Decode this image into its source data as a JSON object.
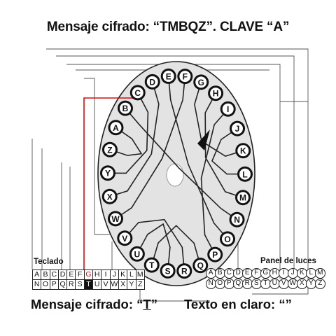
{
  "title": "Mensaje cifrado: “TMBQZ”. CLAVE “A”",
  "keyboard": {
    "label": "Teclado",
    "row1": [
      "A",
      "B",
      "C",
      "D",
      "E",
      "F",
      "G",
      "H",
      "I",
      "J",
      "K",
      "L",
      "M"
    ],
    "row2": [
      "N",
      "O",
      "P",
      "Q",
      "R",
      "S",
      "T",
      "U",
      "V",
      "W",
      "X",
      "Y",
      "Z"
    ],
    "highlight_red": "G",
    "highlight_pressed": "T"
  },
  "lights_panel": {
    "label": "Panel de luces",
    "row1": [
      "A",
      "B",
      "C",
      "D",
      "E",
      "F",
      "G",
      "H",
      "I",
      "J",
      "K",
      "L",
      "M"
    ],
    "row2": [
      "N",
      "O",
      "P",
      "Q",
      "R",
      "S",
      "T",
      "U",
      "V",
      "W",
      "X",
      "Y",
      "Z"
    ]
  },
  "rotor": {
    "letters": [
      "A",
      "B",
      "C",
      "D",
      "E",
      "F",
      "G",
      "H",
      "I",
      "J",
      "K",
      "L",
      "M",
      "N",
      "O",
      "P",
      "Q",
      "R",
      "S",
      "T",
      "U",
      "V",
      "W",
      "X",
      "Y",
      "Z"
    ]
  },
  "cipher_message": {
    "label": "Mensaje cifrado: “",
    "letter": "T",
    "suffix": "”"
  },
  "plaintext": {
    "label": "Texto en claro: “”"
  },
  "colors": {
    "wire": "#222222",
    "highlight": "#d01010",
    "disk_fill": "#e3e3e3",
    "contact_fill": "#ffffff"
  }
}
